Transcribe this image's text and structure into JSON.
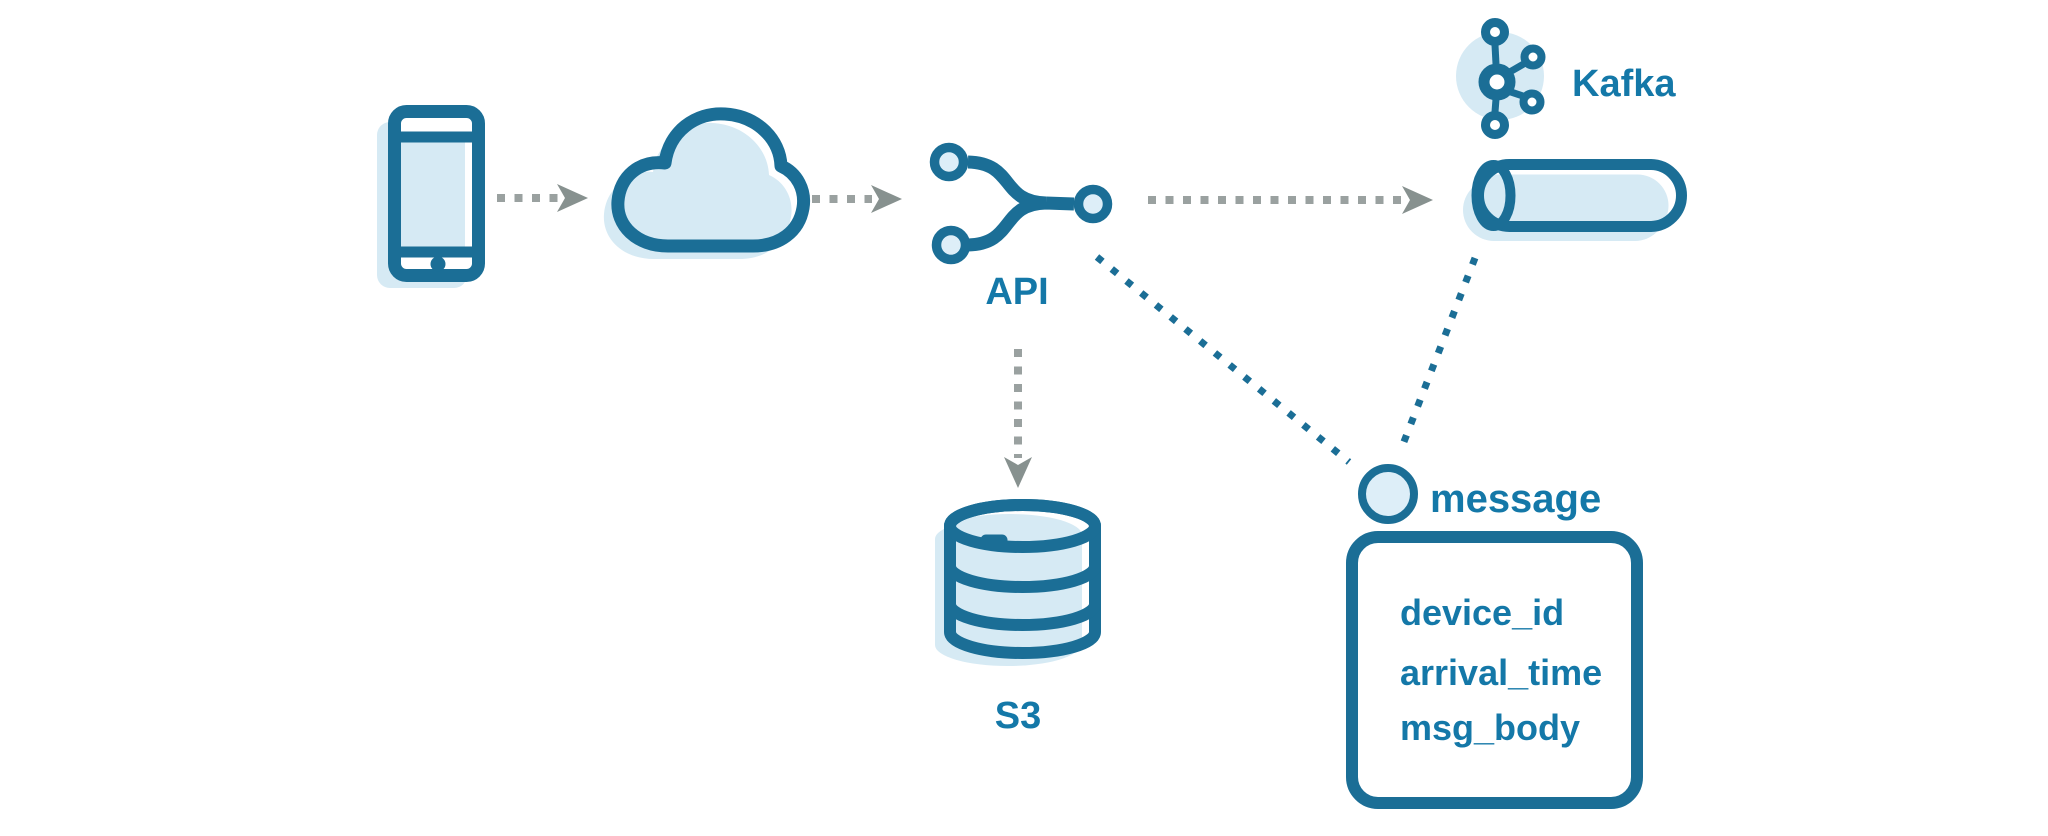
{
  "diagram": {
    "labels": {
      "api": "API",
      "kafka": "Kafka",
      "s3": "S3",
      "message": "message"
    },
    "message_schema": {
      "fields": [
        "device_id",
        "arrival_time",
        "msg_body"
      ]
    },
    "nodes": [
      "mobile-device",
      "cloud",
      "api",
      "kafka",
      "kafka-topic-pipe",
      "s3",
      "message"
    ],
    "edges": [
      {
        "from": "mobile-device",
        "to": "cloud",
        "style": "gray-dotted-arrow"
      },
      {
        "from": "cloud",
        "to": "api",
        "style": "gray-dotted-arrow"
      },
      {
        "from": "api",
        "to": "kafka-topic-pipe",
        "style": "gray-dotted-arrow"
      },
      {
        "from": "api",
        "to": "s3",
        "style": "gray-dotted-arrow"
      },
      {
        "from": "api",
        "to": "message",
        "style": "blue-dotted-line"
      },
      {
        "from": "kafka-topic-pipe",
        "to": "message",
        "style": "blue-dotted-line"
      }
    ]
  },
  "colors": {
    "accent": "#1b6e96",
    "light": "#d6eaf4",
    "pale": "#ddeef8",
    "text": "#1478a8",
    "arrowDash": "#9aa1a0",
    "arrowHead": "#87918f"
  }
}
